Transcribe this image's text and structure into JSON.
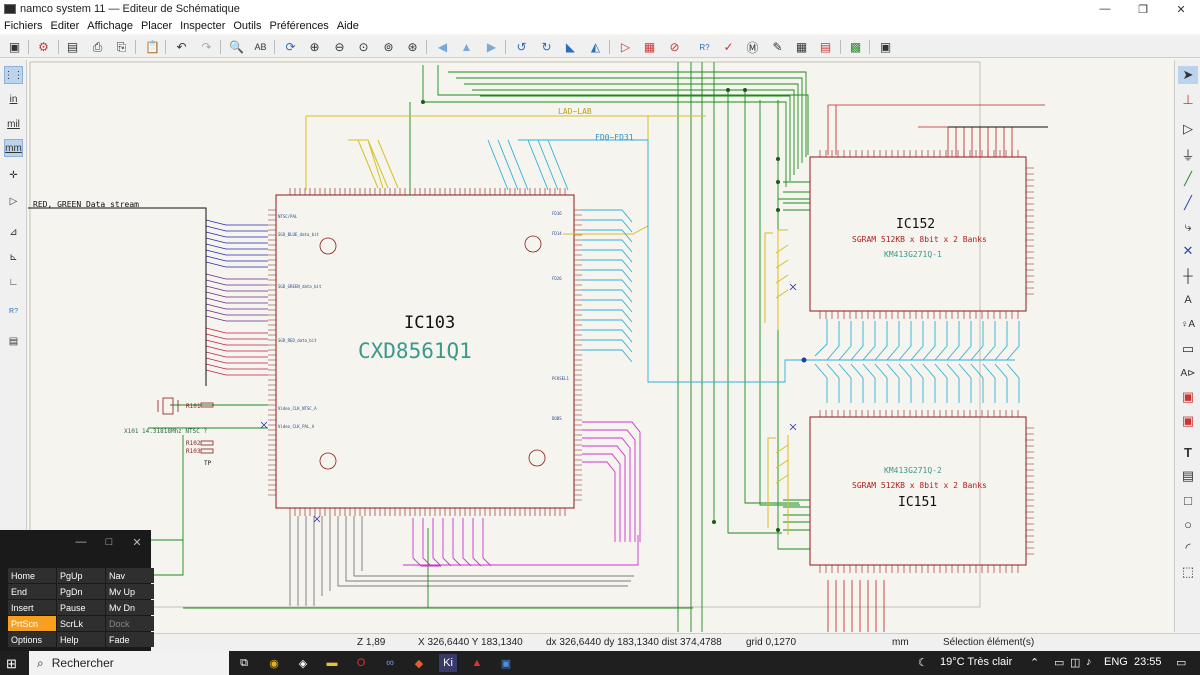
{
  "window": {
    "title": "namco system 11 — Editeur de Schématique",
    "controls": [
      "—",
      "❐",
      "✕"
    ]
  },
  "menu": [
    "Fichiers",
    "Editer",
    "Affichage",
    "Placer",
    "Inspecter",
    "Outils",
    "Préférences",
    "Aide"
  ],
  "toolbar_icons": [
    "save-icon",
    "schematic-setup-icon",
    "print-icon",
    "plot-icon",
    "paste-icon",
    "undo-icon",
    "redo-icon",
    "find-icon",
    "find-replace-icon",
    "refresh-icon",
    "zoom-in-icon",
    "zoom-out-icon",
    "zoom-fit-icon",
    "zoom-objects-icon",
    "zoom-selection-icon",
    "back-icon",
    "up-icon",
    "forward-icon",
    "rotate-ccw-icon",
    "rotate-cw-icon",
    "mirror-v-icon",
    "mirror-h-icon",
    "symbol-editor-icon",
    "symbol-browser-icon",
    "annotate-icon",
    "erc-icon",
    "netlist-icon",
    "bom-icon",
    "footprint-assign-icon",
    "pcb-icon",
    "scripting-icon"
  ],
  "left_toolbar": [
    "grid-icon",
    "in",
    "mil",
    "mm",
    "cursor-icon",
    "hier-pin-icon",
    "ortho-line-icon",
    "diag-line-icon",
    "free-line-icon",
    "erc-marker-icon",
    "list-icon"
  ],
  "right_toolbar": [
    "select-icon",
    "highlight-net-icon",
    "add-symbol-icon",
    "add-power-icon",
    "add-wire-icon",
    "add-bus-icon",
    "bus-entry-icon",
    "no-connect-icon",
    "junction-icon",
    "label-icon",
    "net-label-icon",
    "global-label-icon",
    "hier-label-icon",
    "sheet-icon",
    "sheet-pin-icon",
    "text-icon",
    "textbox-icon",
    "rectangle-icon",
    "circle-icon",
    "arc-icon",
    "image-icon"
  ],
  "schematic": {
    "bus_label_top": "LAD~LAB",
    "bus_label_data": "FD0~FD31",
    "stream_label": "RED, GREEN Data stream",
    "ic103_ref": "IC103",
    "ic103_value": "CXD8561Q1",
    "ic152_ref": "IC152",
    "ic152_desc": "SGRAM 512KB x 8bit x 2 Banks",
    "ic152_part": "KM413G271Q-1",
    "ic151_ref": "IC151",
    "ic151_desc": "SGRAM 512KB x 8bit x 2 Banks",
    "ic151_part": "KM413G271Q-2",
    "crystal_label": "X101 14.31818Mhz NTSC ?",
    "r_label_1": "R101",
    "r_label_2": "R102",
    "r_label_3": "R103",
    "tp_label": "TP"
  },
  "status": {
    "zoom": "Z 1,89",
    "coords": "X 326,6440  Y 183,1340",
    "delta": "dx 326,6440  dy 183,1340  dist 374,4788",
    "grid": "grid 0,1270",
    "units": "mm",
    "mode": "Sélection élément(s)"
  },
  "osk": {
    "rows": [
      [
        "Home",
        "PgUp",
        "Nav"
      ],
      [
        "End",
        "PgDn",
        "Mv Up"
      ],
      [
        "Insert",
        "Pause",
        "Mv Dn"
      ],
      [
        "PrtScn",
        "ScrLk",
        "Dock"
      ],
      [
        "Options",
        "Help",
        "Fade"
      ]
    ],
    "active_key": "PrtScn",
    "disabled_key": "Dock"
  },
  "taskbar": {
    "search_placeholder": "Rechercher",
    "weather": "19°C  Très clair",
    "lang": "ENG",
    "time": "23:55"
  }
}
